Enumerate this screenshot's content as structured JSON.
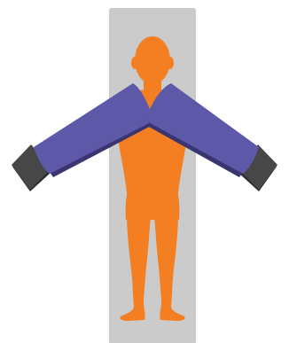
{
  "colors": {
    "background": "#ffffff",
    "table": "#cccbcb",
    "body": "#f37f22",
    "sleeve": "#5d58a8",
    "sleeve_shadow": "#3a3570",
    "cuff": "#474747",
    "cuff_shadow": "#2e2e2e"
  },
  "icons": {
    "table": "exam-table",
    "body": "human-silhouette",
    "left_sleeve": "pressure-sleeve",
    "right_sleeve": "pressure-sleeve",
    "left_cuff": "sleeve-cuff",
    "right_cuff": "sleeve-cuff"
  }
}
